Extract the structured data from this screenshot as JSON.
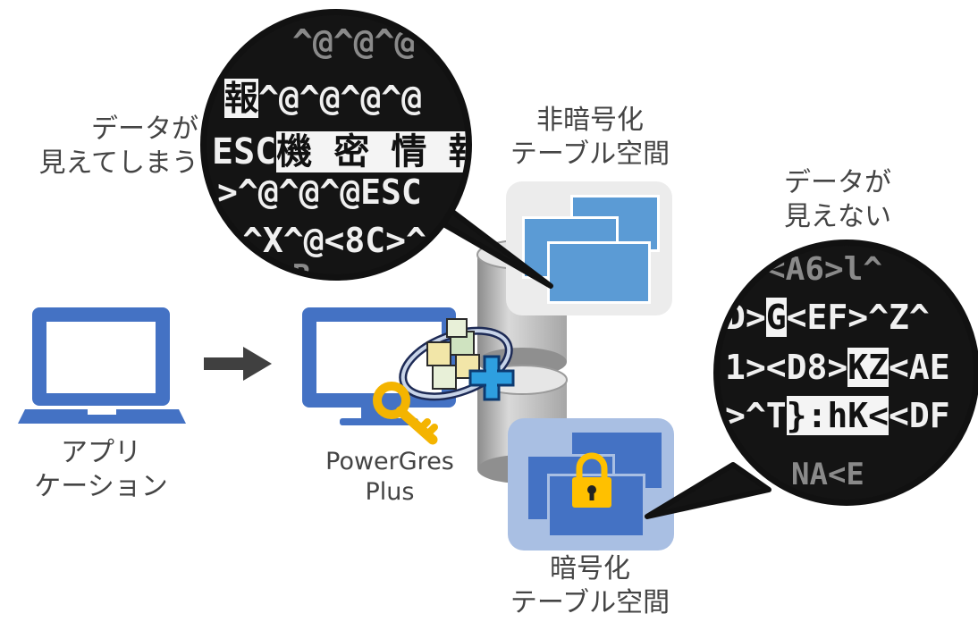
{
  "left_callout": {
    "line1": "データが",
    "line2": "見えてしまう"
  },
  "right_callout": {
    "line1": "データが",
    "line2": "見えない"
  },
  "unencrypted_table": {
    "line1": "非暗号化",
    "line2": "テーブル空間"
  },
  "encrypted_table": {
    "line1": "暗号化",
    "line2": "テーブル空間"
  },
  "application": {
    "line1": "アプリ",
    "line2": "ケーション"
  },
  "server": {
    "line1": "PowerGres",
    "line2": "Plus"
  },
  "plain_data": {
    "row1": "^@^@^@",
    "row2a": "報",
    "row2b": "^@^@^@^@",
    "row3a": "ESC",
    "row3b": "機 密 情 報",
    "row3c": "^",
    "row4": ">^@^@^@ESC",
    "row5": "^X^@<8C>^",
    "row6": "B"
  },
  "cipher_data": {
    "row1": "<A6>l^",
    "row2a": "D>",
    "row2b": "G",
    "row2c": "<EF>^Z^",
    "row3a": "1><D8>",
    "row3b": "KZ",
    "row3c": "<AE",
    "row4a": ">^T",
    "row4b": "}:hK<",
    "row4c": "<DF",
    "row5": "NA<E"
  },
  "colors": {
    "accent_blue": "#4472c4",
    "light_blue": "#5b9bd5",
    "key_yellow": "#f4b400",
    "lock_yellow": "#ffc000",
    "plus_blue": "#2e9fe0"
  },
  "icons": [
    "laptop-icon",
    "arrow-right-icon",
    "monitor-icon",
    "key-icon",
    "database-icon",
    "lock-icon",
    "powergres-logo"
  ]
}
